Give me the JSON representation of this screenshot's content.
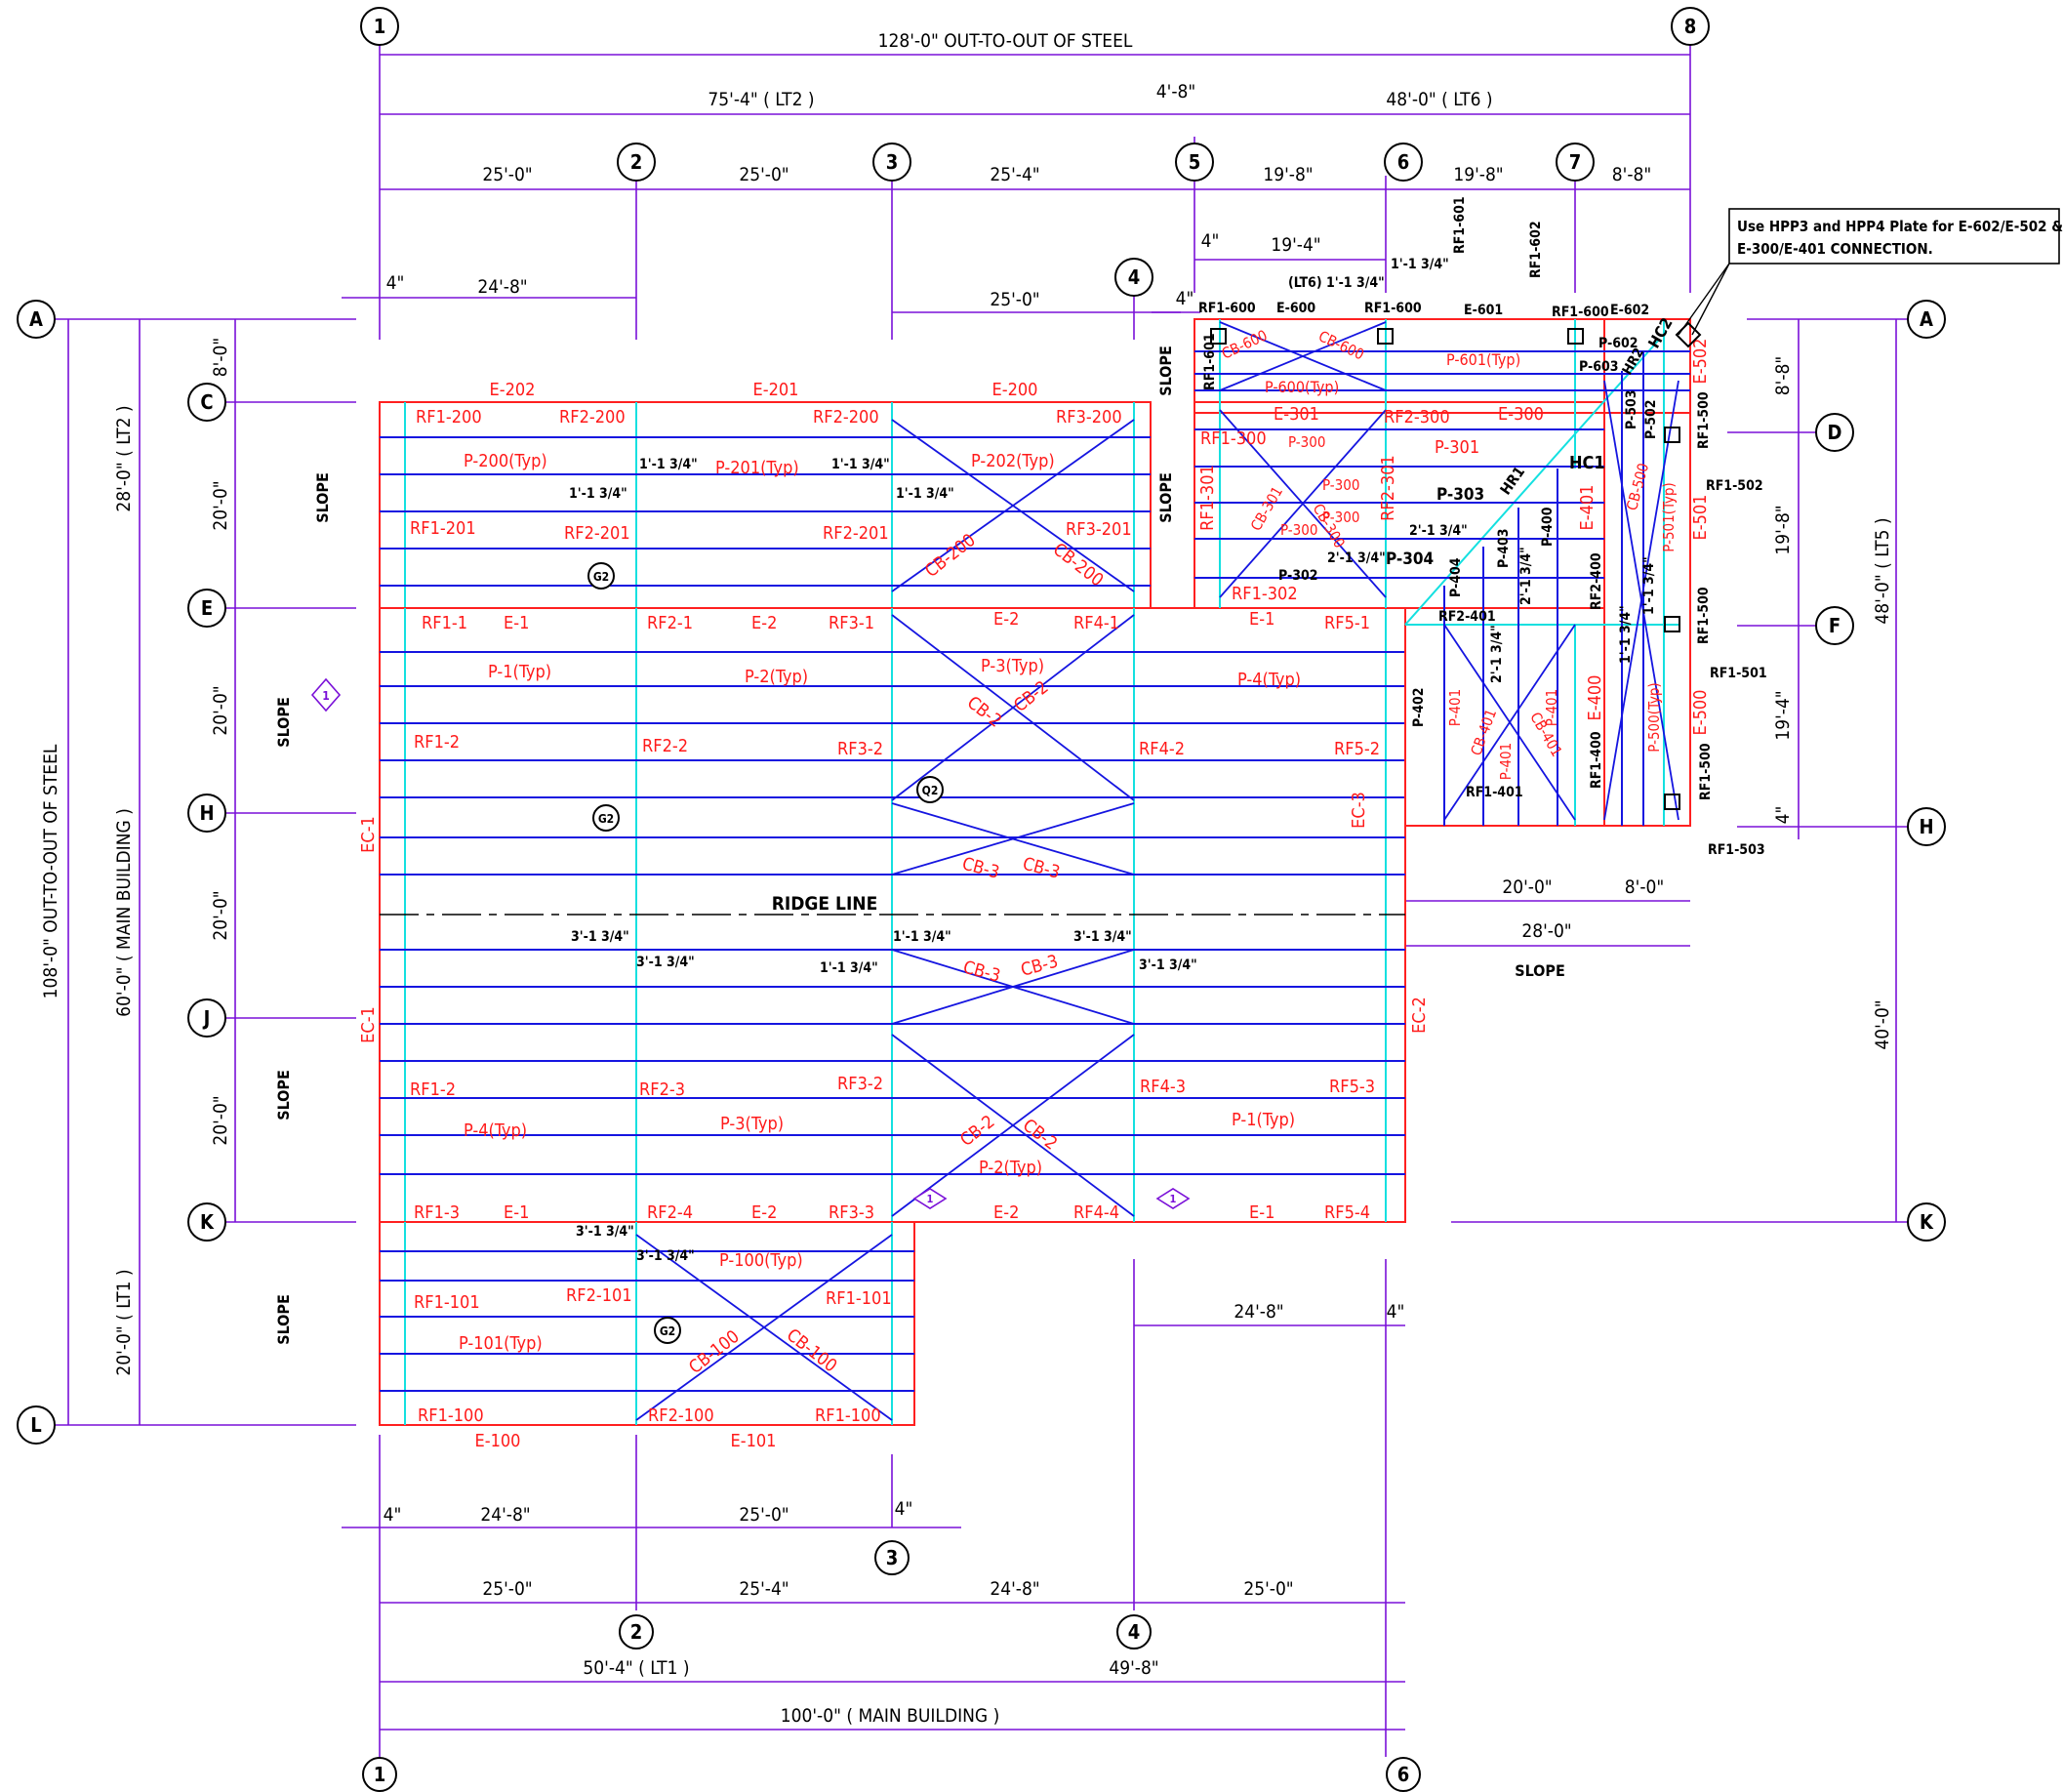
{
  "drawing": {
    "grid_columns": {
      "top": [
        "1",
        "2",
        "3",
        "4",
        "5",
        "6",
        "7",
        "8"
      ],
      "bottom": [
        "1",
        "2",
        "3",
        "4",
        "6"
      ]
    },
    "grid_rows": {
      "left": [
        "A",
        "C",
        "E",
        "H",
        "J",
        "K",
        "L"
      ],
      "right": [
        "A",
        "D",
        "F",
        "H",
        "K"
      ]
    },
    "dimensions_top": {
      "overall": "128'-0\"  OUT-TO-OUT OF STEEL",
      "lt2": "75'-4\" ( LT2 )",
      "gap": "4'-8\"",
      "lt6": "48'-0\" ( LT6 )",
      "bay_1_2": "25'-0\"",
      "bay_2_3": "25'-0\"",
      "bay_3_4": "25'-4\"",
      "bay_5_6": "19'-8\"",
      "bay_6_7": "19'-8\"",
      "bay_7_8": "8'-8\"",
      "off_4a": "4\"",
      "sub_24_8": "24'-8\"",
      "sub_25_0": "25'-0\"",
      "off_4b": "4\"",
      "off_4c": "4\"",
      "sub_19_4": "19'-4\""
    },
    "dimensions_left": {
      "overall": "108'-0\"  OUT-TO-OUT OF STEEL",
      "lt2": "28'-0\" ( LT2 )",
      "main": "60'-0\" ( MAIN BUILDING )",
      "lt1": "20'-0\" ( LT1 )",
      "a_c": "8'-0\"",
      "c_e": "20'-0\"",
      "e_h": "20'-0\"",
      "h_j": "20'-0\"",
      "j_k": "20'-0\""
    },
    "dimensions_right": {
      "lt5": "48'-0\" ( LT5 )",
      "a_d": "8'-8\"",
      "d_f": "19'-8\"",
      "f_h": "19'-4\"",
      "h_off": "4\"",
      "h_k": "40'-0\"",
      "dim_20": "20'-0\"",
      "dim_8": "8'-0\"",
      "dim_28": "28'-0\""
    },
    "dimensions_bottom": {
      "off_4a": "4\"",
      "sub_24_8": "24'-8\"",
      "sub_25_0": "25'-0\"",
      "off_4b": "4\"",
      "bay_1_2": "25'-0\"",
      "bay_2_3": "25'-4\"",
      "bay_3_4": "24'-8\"",
      "bay_4_6": "25'-0\"",
      "lt1": "50'-4\" ( LT1 )",
      "right": "49'-8\"",
      "main": "100'-0\" ( MAIN BUILDING )",
      "inner_24_8": "24'-8\"",
      "inner_4": "4\""
    },
    "note": {
      "line1": "Use HPP3 and HPP4 Plate for E-602/E-502 &",
      "line2": "E-300/E-401 CONNECTION."
    },
    "ridge_line": "RIDGE LINE",
    "slope": "SLOPE",
    "labels_red": [
      "E-202",
      "E-201",
      "E-200",
      "RF1-200",
      "RF2-200",
      "RF2-200",
      "RF3-200",
      "P-200(Typ)",
      "P-201(Typ)",
      "P-202(Typ)",
      "RF1-201",
      "RF2-201",
      "RF2-201",
      "RF3-201",
      "CB-200",
      "CB-200",
      "RF1-1",
      "E-1",
      "RF2-1",
      "E-2",
      "RF3-1",
      "E-2",
      "RF4-1",
      "E-1",
      "RF5-1",
      "P-1(Typ)",
      "P-2(Typ)",
      "P-3(Typ)",
      "P-4(Typ)",
      "CB-2",
      "CB-2",
      "RF1-2",
      "RF2-2",
      "RF3-2",
      "RF4-2",
      "RF5-2",
      "CB-3",
      "CB-3",
      "EC-1",
      "EC-3",
      "CB-3",
      "CB-3",
      "EC-1",
      "EC-2",
      "RF1-2",
      "RF2-3",
      "RF3-2",
      "RF4-3",
      "RF5-3",
      "P-4(Typ)",
      "P-3(Typ)",
      "P-1(Typ)",
      "CB-2",
      "CB-2",
      "P-2(Typ)",
      "RF1-3",
      "E-1",
      "RF2-4",
      "E-2",
      "RF3-3",
      "E-2",
      "RF4-4",
      "E-1",
      "RF5-4",
      "P-100(Typ)",
      "RF1-101",
      "RF2-101",
      "RF1-101",
      "P-101(Typ)",
      "CB-100",
      "CB-100",
      "RF1-100",
      "RF2-100",
      "RF1-100",
      "E-100",
      "E-101",
      "CB-600",
      "CB-600",
      "P-601(Typ)",
      "P-600(Typ)",
      "E-301",
      "E-300",
      "RF1-300",
      "P-300",
      "RF2-300",
      "P-301",
      "RF1-301",
      "P-300",
      "CB-301",
      "CB-300",
      "P-300",
      "P-300",
      "RF2-301",
      "RF1-302",
      "E-401",
      "CB-500",
      "P-501(Typ)",
      "E-501",
      "E-502",
      "E-400",
      "E-500",
      "P-500(Typ)",
      "P-401",
      "CB-401",
      "P-401",
      "CB-401",
      "P-401"
    ],
    "labels_black": [
      "RF1-600",
      "E-600",
      "RF1-600",
      "E-601",
      "RF1-600",
      "E-602",
      "(LT6) 1'-1 3/4\"",
      "1'-1 3/4\"",
      "RF1-601",
      "RF1-602",
      "P-602",
      "P-603",
      "HC2",
      "HR2",
      "P-503",
      "P-502",
      "RF1-500",
      "RF1-502",
      "HC1",
      "HR1",
      "P-303",
      "P-302",
      "2'-1 3/4\"",
      "2'-1 3/4\"",
      "P-304",
      "P-404",
      "P-403",
      "2'-1 3/4\"",
      "P-400",
      "RF2-400",
      "RF2-401",
      "2'-1 3/4\"",
      "1'-1 3/4\"",
      "1'-1 3/4\"",
      "RF1-500",
      "RF1-501",
      "P-402",
      "RF1-401",
      "RF1-400",
      "RF1-500",
      "RF1-503",
      "RF1-601",
      "1'-1 3/4\"",
      "1'-1 3/4\"",
      "1'-1 3/4\"",
      "1'-1 3/4\"",
      "3'-1 3/4\"",
      "3'-1 3/4\"",
      "1'-1 3/4\"",
      "3'-1 3/4\"",
      "1'-1 3/4\"",
      "3'-1 3/4\"",
      "3'-1 3/4\"",
      "3'-1 3/4\"",
      "G2",
      "G2",
      "G2",
      "Q2",
      "1",
      "1",
      "1"
    ]
  }
}
